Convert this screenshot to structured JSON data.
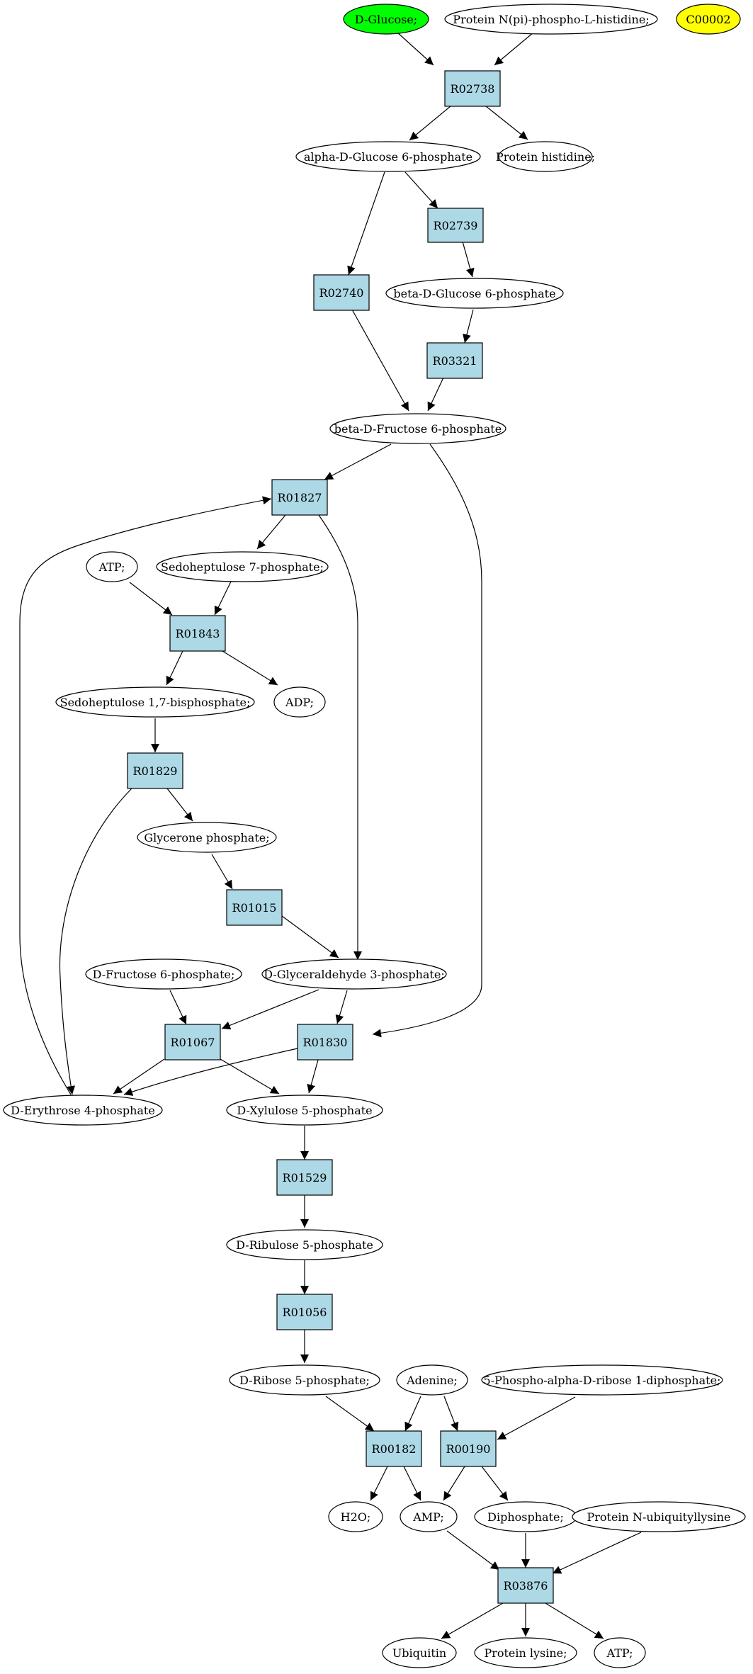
{
  "colors": {
    "reaction_fill": "#add8e6",
    "compound_fill": "#ffffff",
    "source_highlight": "#00ff00",
    "target_highlight": "#ffff00",
    "stroke": "#000000"
  },
  "compounds": {
    "d_glucose": "D-Glucose;",
    "protein_npi_phospho_his": "Protein N(pi)-phospho-L-histidine;",
    "c00002": "C00002",
    "alpha_d_glucose_6p": "alpha-D-Glucose 6-phosphate",
    "protein_histidine": "Protein histidine;",
    "beta_d_glucose_6p": "beta-D-Glucose 6-phosphate",
    "beta_d_fructose_6p": "beta-D-Fructose 6-phosphate",
    "atp_1": "ATP;",
    "sedoheptulose_7p": "Sedoheptulose 7-phosphate;",
    "sedoheptulose_17bp": "Sedoheptulose 1,7-bisphosphate;",
    "adp": "ADP;",
    "glycerone_p": "Glycerone phosphate;",
    "d_fructose_6p": "D-Fructose 6-phosphate;",
    "d_glyceraldehyde_3p": "D-Glyceraldehyde 3-phosphate;",
    "d_erythrose_4p": "D-Erythrose 4-phosphate",
    "d_xylulose_5p": "D-Xylulose 5-phosphate",
    "d_ribulose_5p": "D-Ribulose 5-phosphate",
    "d_ribose_5p": "D-Ribose 5-phosphate;",
    "adenine": "Adenine;",
    "prpp": "5-Phospho-alpha-D-ribose 1-diphosphate;",
    "h2o": "H2O;",
    "amp": "AMP;",
    "diphosphate": "Diphosphate;",
    "protein_n_ubiquityllysine": "Protein N-ubiquityllysine",
    "ubiquitin": "Ubiquitin",
    "protein_lysine": "Protein lysine;",
    "atp_2": "ATP;"
  },
  "reactions": {
    "r02738": "R02738",
    "r02739": "R02739",
    "r02740": "R02740",
    "r03321": "R03321",
    "r01827": "R01827",
    "r01843": "R01843",
    "r01829": "R01829",
    "r01015": "R01015",
    "r01067": "R01067",
    "r01830": "R01830",
    "r01529": "R01529",
    "r01056": "R01056",
    "r00182": "R00182",
    "r00190": "R00190",
    "r03876": "R03876"
  }
}
